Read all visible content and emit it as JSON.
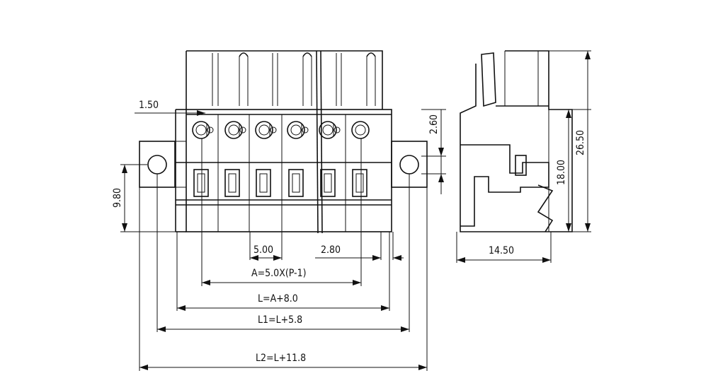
{
  "dimensions": {
    "pitch_offset": "1.50",
    "pitch": "5.00",
    "hole_offset": "2.80",
    "height_front": "9.80",
    "pin_offset": "2.60",
    "depth": "14.50",
    "height_body": "18.00",
    "height_total": "26.50",
    "formula_a": "A=5.0X(P-1)",
    "formula_l": "L=A+8.0",
    "formula_l1": "L1=L+5.8",
    "formula_l2": "L2=L+11.8"
  },
  "colors": {
    "line": "#111111",
    "background": "#ffffff"
  }
}
